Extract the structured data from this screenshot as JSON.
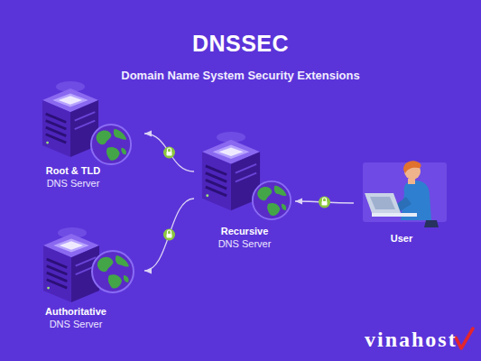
{
  "diagram": {
    "title": "DNSSEC",
    "caption": "Domain Name System Security Extensions",
    "nodes": [
      {
        "text": [
          "Root & TLD",
          "DNS Server"
        ]
      },
      {
        "text": [
          "Recursive",
          "DNS Server"
        ]
      },
      {
        "text": [
          "User"
        ]
      },
      {
        "text": [
          "Authoritative",
          "DNS Server"
        ]
      }
    ],
    "edges": [
      {
        "from": 1,
        "to": 0,
        "arrow": "to"
      },
      {
        "from": 1,
        "to": 3,
        "arrow": "to"
      },
      {
        "from": 2,
        "to": 1,
        "arrow": "to"
      }
    ],
    "labels": [
      "vinahost"
    ]
  }
}
